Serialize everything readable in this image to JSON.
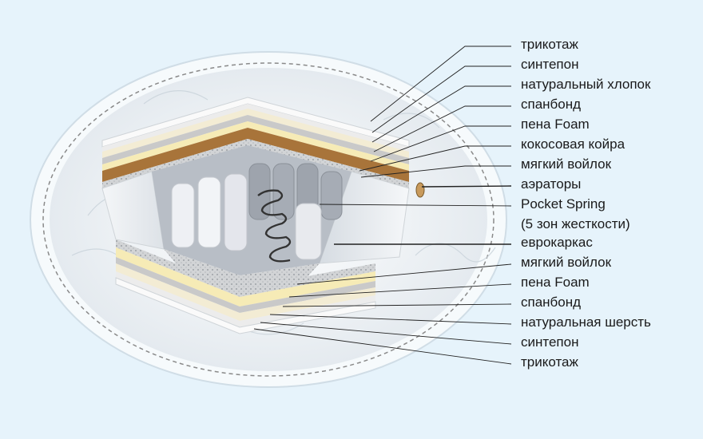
{
  "labels": {
    "top": [
      "трикотаж",
      "синтепон",
      "натуральный хлопок",
      "спанбонд",
      "пена Foam",
      "кокосовая койра",
      "мягкий войлок",
      "аэраторы",
      "Pocket Spring",
      "(5 зон жесткости)",
      "еврокаркас"
    ],
    "bottom": [
      "мягкий войлок",
      "пена Foam",
      "спанбонд",
      "натуральная шерсть",
      "синтепон",
      "трикотаж"
    ]
  },
  "colors": {
    "background": "#e6f3fb",
    "ellipse_fill": "#fbfdfe",
    "dashed_ring": "#8a8a8a",
    "coir": "#a8743a",
    "foam": "#f6ebb6",
    "spring_cover": "#e4e6ec",
    "wire": "#333333"
  }
}
